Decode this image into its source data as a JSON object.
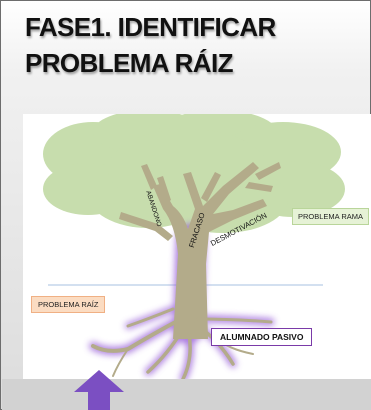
{
  "slide": {
    "title": "FASE1. IDENTIFICAR PROBLEMA RÁIZ"
  },
  "diagram": {
    "branch_labels": [
      "ABANDONO",
      "FRACASO",
      "DESMOTIVACIÓN"
    ],
    "problema_rama": "PROBLEMA RAMA",
    "problema_raiz": "PROBLEMA RAÍZ",
    "alumnado": "ALUMNADO PASIVO"
  },
  "colors": {
    "foliage": "#c7ddad",
    "trunk": "#b3ab8a",
    "glow": "#9b63d9",
    "ground_line": "#b9cde6",
    "arrow": "#7b4fc2"
  }
}
